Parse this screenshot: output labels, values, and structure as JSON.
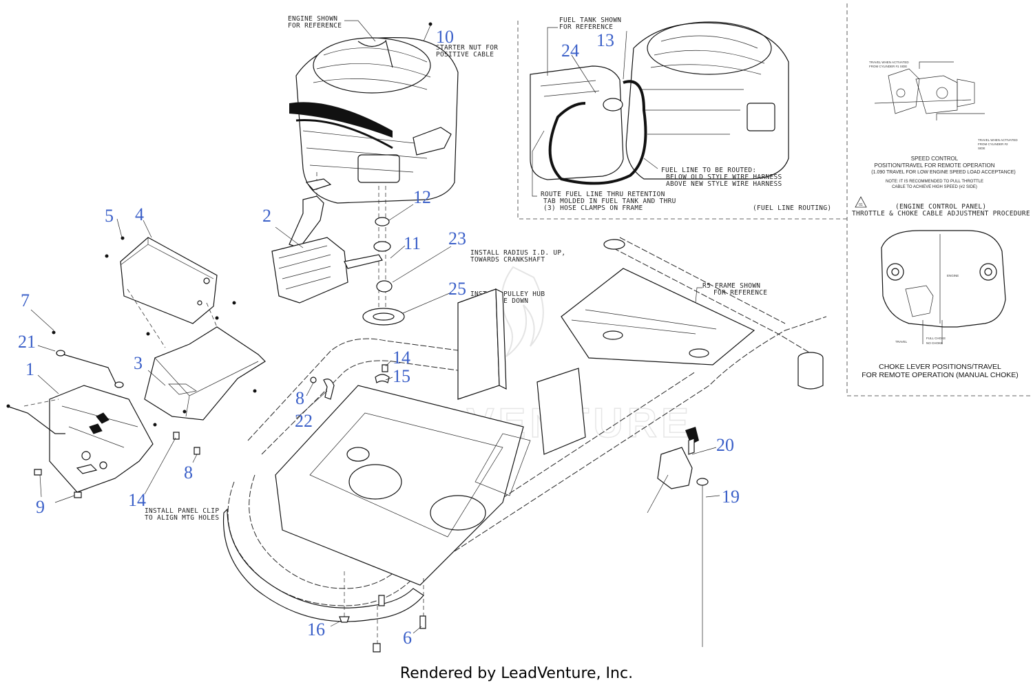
{
  "callouts": {
    "c1": "1",
    "c2": "2",
    "c3": "3",
    "c4": "4",
    "c5": "5",
    "c6": "6",
    "c7": "7",
    "c8a": "8",
    "c8b": "8",
    "c9": "9",
    "c10": "10",
    "c11": "11",
    "c12": "12",
    "c13": "13",
    "c14a": "14",
    "c14b": "14",
    "c15": "15",
    "c16": "16",
    "c19": "19",
    "c20": "20",
    "c21": "21",
    "c22": "22",
    "c23": "23",
    "c24": "24",
    "c25": "25"
  },
  "notes": {
    "engine_ref_1": "ENGINE SHOWN",
    "engine_ref_2": "FOR REFERENCE",
    "starter_1": "STARTER NUT FOR",
    "starter_2": "POSITIVE CABLE",
    "radius_1": "INSTALL RADIUS I.D. UP,",
    "radius_2": "TOWARDS CRANKSHAFT",
    "pulley_1": "INSTALL PULLEY HUB",
    "pulley_2": "WELD-SIDE DOWN",
    "frame_1": "R5 FRAME SHOWN",
    "frame_2": "FOR REFERENCE",
    "panel_clip_1": "INSTALL PANEL CLIP",
    "panel_clip_2": "TO ALIGN MTG HOLES"
  },
  "fuel_inset": {
    "tank_1": "FUEL TANK SHOWN",
    "tank_2": "FOR REFERENCE",
    "line_1": "FUEL LINE TO BE ROUTED:",
    "line_2": "BELOW OLD STYLE WIRE HARNESS",
    "line_3": "ABOVE NEW STYLE WIRE HARNESS",
    "route_1": "ROUTE FUEL LINE THRU RETENTION",
    "route_2": "TAB MOLDED IN FUEL TANK AND THRU",
    "route_3": "(3) HOSE CLAMPS ON FRAME",
    "caption": "(FUEL LINE ROUTING)"
  },
  "speed_inset": {
    "travel_top_1": "TRAVEL WHEN ACTIVATED",
    "travel_top_2": "FROM CYLINDER #1 SIDE",
    "travel_bottom_1": "TRAVEL WHEN ACTIVATED",
    "travel_bottom_2": "FROM CYLINDER #2",
    "travel_bottom_3": "SIDE",
    "title_1": "SPEED CONTROL",
    "title_2": "POSITION/TRAVEL FOR REMOTE  OPERATION",
    "title_3": "(1.090 TRAVEL FOR LOW ENGINE SPEED LOAD ACCEPTANCE)",
    "note_1": "NOTE:  IT IS RECOMMENDED TO PULL THROTTLE",
    "note_2": "CABLE TO ACHIEVE HIGH SPEED (#2 SIDE)"
  },
  "engine_panel": {
    "badge": "01",
    "title_1": "(ENGINE CONTROL PANEL)",
    "title_2": "THROTTLE & CHOKE CABLE ADJUSTMENT PROCEDURE"
  },
  "choke_inset": {
    "engine_label": "ENGINE",
    "full_choke": "FULL CHOKE",
    "no_choke": "NO CHOKE",
    "travel": "TRAVEL",
    "title_1": "CHOKE LEVER POSITIONS/TRAVEL",
    "title_2": "FOR REMOTE OPERATION (MANUAL CHOKE)"
  },
  "watermark": "LEADVENTURE",
  "footer": "Rendered by LeadVenture, Inc."
}
